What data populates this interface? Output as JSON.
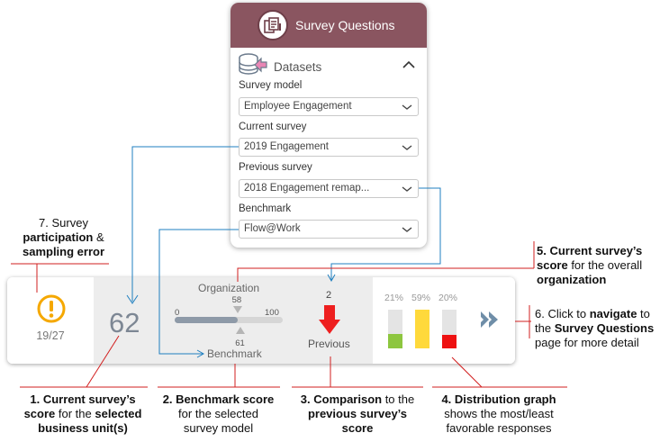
{
  "panel": {
    "title": "Survey Questions",
    "datasets_label": "Datasets",
    "fields": [
      {
        "label": "Survey model",
        "value": "Employee Engagement"
      },
      {
        "label": "Current survey",
        "value": "2019 Engagement"
      },
      {
        "label": "Previous survey",
        "value": "2018 Engagement remap..."
      },
      {
        "label": "Benchmark",
        "value": "Flow@Work"
      }
    ]
  },
  "widget": {
    "participation": "19/27",
    "score": "62",
    "benchmark": {
      "title": "Organization",
      "min": 0,
      "max": 100,
      "org_value": 58,
      "benchmark_value": 61,
      "label": "Benchmark"
    },
    "comparison": {
      "value": "2",
      "label": "Previous"
    },
    "distribution": [
      {
        "pct": "21%",
        "fraction": 0.38,
        "color": "#8dc63f"
      },
      {
        "pct": "59%",
        "fraction": 1.0,
        "color": "#ffd93b"
      },
      {
        "pct": "20%",
        "fraction": 0.36,
        "color": "#ee1111"
      }
    ]
  },
  "annotations": {
    "a1": {
      "num": "1.",
      "bold1": "Current survey’s",
      "bold2": "score",
      "plain1": " for the ",
      "bold3": "selected",
      "bold4": "business unit(s)"
    },
    "a2": {
      "bold": "2. Benchmark score",
      "plain1": "for the selected",
      "plain2": "survey model"
    },
    "a3": {
      "bold1": "3. Comparison",
      "plain1": " to the",
      "bold2": "previous survey’s",
      "bold3": "score"
    },
    "a4": {
      "bold": "4. Distribution graph",
      "plain1": "shows the most/least",
      "plain2": "favorable responses"
    },
    "a5": {
      "bold1": "5. Current survey’s",
      "bold2": "score",
      "plain1": " for the overall",
      "bold3": "organization"
    },
    "a6": {
      "plain1": "6. Click to ",
      "bold1": "navigate",
      "plain2": " to",
      "plain3": "the ",
      "bold2": "Survey Questions",
      "plain4": "page for more detail"
    },
    "a7": {
      "plain1": "7. Survey",
      "bold1": "participation",
      "plain2": " &",
      "bold2": "sampling error"
    }
  },
  "colors": {
    "header": "#8a5560",
    "blue_line": "#1f7fc0",
    "red_line": "#d21f1f",
    "warning": "#f5a800",
    "arrow_red": "#ee1f1f",
    "nav_arrow": "#6f8ea8"
  },
  "icons": [
    "survey-questions-icon",
    "database-icon",
    "chevron-up-icon",
    "chevron-down-icon",
    "warning-icon",
    "down-arrow-icon",
    "double-chevron-right-icon"
  ]
}
